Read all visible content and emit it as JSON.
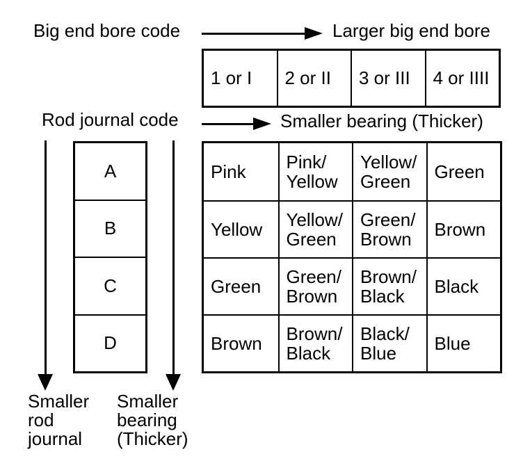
{
  "labels": {
    "big_end_bore_code": "Big end bore code",
    "larger_big_end_bore": "Larger big end bore",
    "rod_journal_code": "Rod journal code",
    "smaller_bearing_thicker": "Smaller bearing (Thicker)",
    "smaller_rod_journal": "Smaller\nrod\njournal",
    "smaller_bearing_bottom": "Smaller\nbearing\n(Thicker)"
  },
  "bore_code_table": {
    "cells": [
      "1 or I",
      "2 or II",
      "3 or III",
      "4 or IIII"
    ]
  },
  "rod_journal_table": {
    "cells": [
      "A",
      "B",
      "C",
      "D"
    ]
  },
  "bearing_table": {
    "rows": [
      [
        "Pink",
        "Pink/\nYellow",
        "Yellow/\nGreen",
        "Green"
      ],
      [
        "Yellow",
        "Yellow/\nGreen",
        "Green/\nBrown",
        "Brown"
      ],
      [
        "Green",
        "Green/\nBrown",
        "Brown/\nBlack",
        "Black"
      ],
      [
        "Brown",
        "Brown/\nBlack",
        "Black/\nBlue",
        "Blue"
      ]
    ]
  },
  "colors": {
    "ink": "#000000",
    "paper": "#ffffff"
  }
}
